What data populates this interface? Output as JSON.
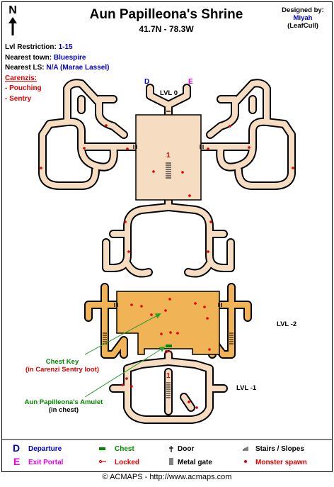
{
  "header": {
    "title": "Aun Papilleona's Shrine",
    "coords": "41.7N - 78.3W",
    "designed_by_label": "Designed by:",
    "designer": "Miyah",
    "designer_handle": "(LeafCull)",
    "north_label": "N"
  },
  "info": {
    "lvl_label": "Lvl Restriction:",
    "lvl_value": "1-15",
    "town_label": "Nearest town:",
    "town_value": "Bluespire",
    "ls_label": "Nearest LS:",
    "ls_value": "N/A (Marae Lassel)",
    "monster_group": "Carenzis:",
    "monsters": [
      "- Pouching",
      "- Sentry"
    ]
  },
  "map": {
    "level_labels": [
      "LVL 0",
      "LVL -2",
      "LVL -1"
    ],
    "departure_marker": "D",
    "exit_marker": "E",
    "room_number_top": "1",
    "room_number_bottom": "1",
    "chest_key_title": "Chest Key",
    "chest_key_note": "(in Carenzi Sentry loot)",
    "amulet_title": "Aun Papilleona's Amulet",
    "amulet_note": "(in chest)",
    "colors": {
      "upper_fill": "#f6dcc0",
      "lower_fill": "#f0b457",
      "outline": "#000000",
      "spawn": "#e00000",
      "arrow": "#2aa02a"
    }
  },
  "legend": {
    "departure_letter": "D",
    "departure": "Departure",
    "exit_letter": "E",
    "exit": "Exit Portal",
    "chest": "Chest",
    "locked": "Locked",
    "door": "Door",
    "metal_gate": "Metal gate",
    "stairs": "Stairs / Slopes",
    "monster_spawn": "Monster spawn"
  },
  "footer": "© ACMAPS - http://www.acmaps.com"
}
